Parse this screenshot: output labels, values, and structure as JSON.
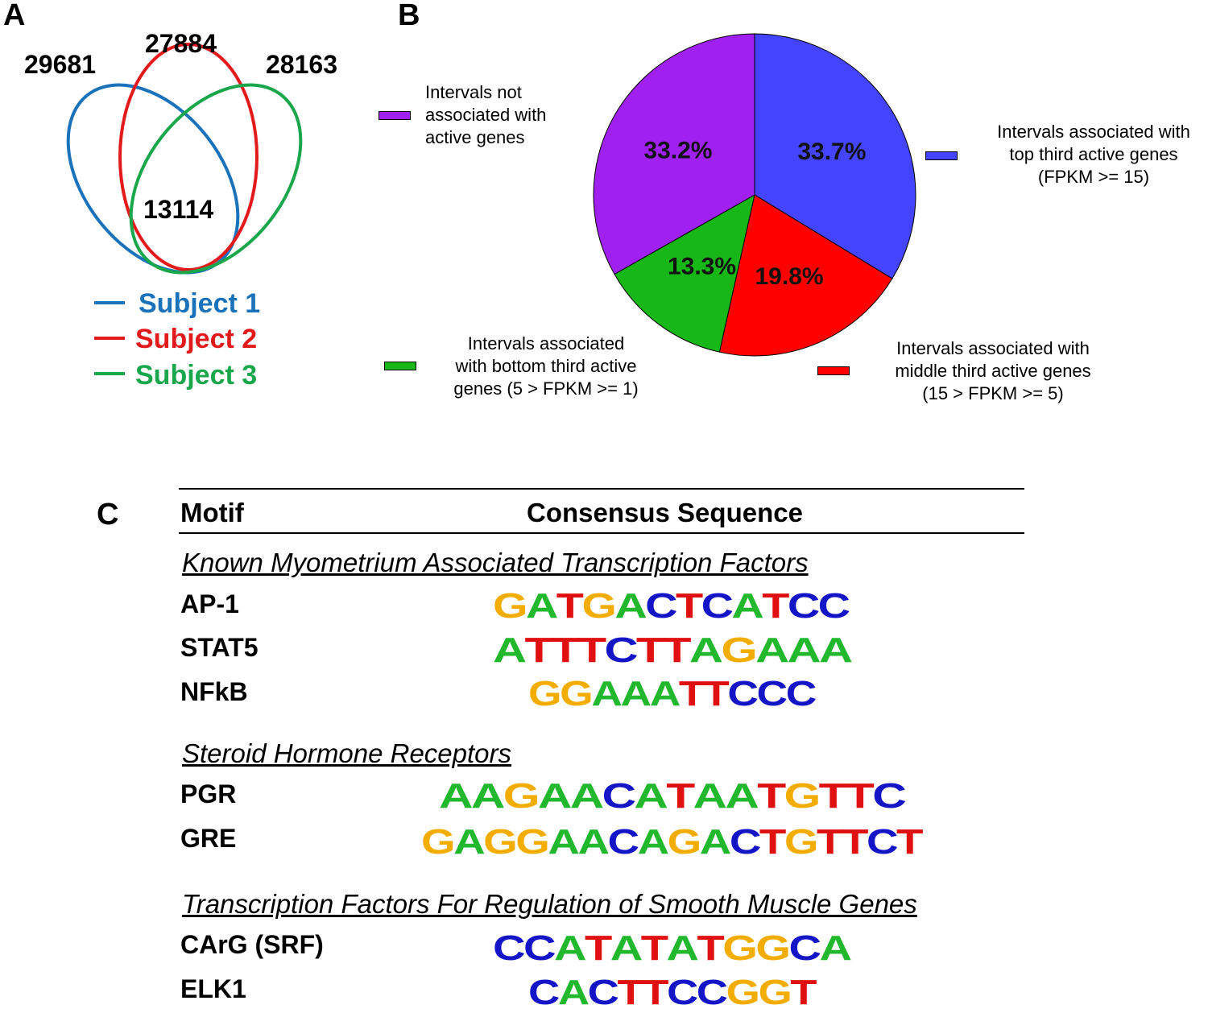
{
  "panels": {
    "a": "A",
    "b": "B",
    "c": "C"
  },
  "colors": {
    "subject1": "#1a72bb",
    "subject2": "#e31a1c",
    "subject3": "#1aa64a",
    "not_associated": "#a020f0",
    "top_third": "#4444ff",
    "middle_third": "#ff0000",
    "bottom_third": "#16b716",
    "base_A": "#22b82e",
    "base_C": "#1515c8",
    "base_G": "#f2ad00",
    "base_T": "#e01010"
  },
  "venn": {
    "count_subject1": "29681",
    "count_subject2": "27884",
    "count_subject3": "28163",
    "count_overlap": "13114",
    "legend": [
      "Subject 1",
      "Subject 2",
      "Subject 3"
    ]
  },
  "chart_data": [
    {
      "type": "venn",
      "sets": [
        {
          "name": "Subject 1",
          "size": 29681
        },
        {
          "name": "Subject 2",
          "size": 27884
        },
        {
          "name": "Subject 3",
          "size": 28163
        }
      ],
      "intersection_all": 13114
    },
    {
      "type": "pie",
      "slices": [
        {
          "label_lines": [
            "Intervals associated with",
            "top third active genes",
            "(FPKM >= 15)"
          ],
          "value": 33.7,
          "label": "33.7%",
          "color": "#4444ff"
        },
        {
          "label_lines": [
            "Intervals associated with",
            "middle third active genes",
            "(15 > FPKM >= 5)"
          ],
          "value": 19.8,
          "label": "19.8%",
          "color": "#ff0000"
        },
        {
          "label_lines": [
            "Intervals associated",
            "with bottom third active",
            "genes (5 > FPKM >= 1)"
          ],
          "value": 13.3,
          "label": "13.3%",
          "color": "#16b716"
        },
        {
          "label_lines": [
            "Intervals not",
            "associated with",
            "active genes"
          ],
          "value": 33.2,
          "label": "33.2%",
          "color": "#a020f0"
        }
      ]
    }
  ],
  "motif_table": {
    "col_motif": "Motif",
    "col_consensus": "Consensus Sequence",
    "sections": [
      {
        "title": "Known Myometrium Associated Transcription Factors",
        "rows": [
          {
            "name": "AP-1",
            "sequence": "GATGACTCATCC"
          },
          {
            "name": "STAT5",
            "sequence": "ATTTCTTAGAAA"
          },
          {
            "name": "NFkB",
            "sequence": "GGAAATTCCC"
          }
        ]
      },
      {
        "title": "Steroid Hormone Receptors",
        "rows": [
          {
            "name": "PGR",
            "sequence": "AAGAACATAATGTTC"
          },
          {
            "name": "GRE",
            "sequence": "GAGGAACAGACTGTTCT"
          }
        ]
      },
      {
        "title": "Transcription Factors For Regulation of Smooth Muscle Genes",
        "rows": [
          {
            "name": "CArG (SRF)",
            "sequence": "CCATATATGGCA"
          },
          {
            "name": "ELK1",
            "sequence": "CACTTCCGGT"
          }
        ]
      }
    ]
  }
}
